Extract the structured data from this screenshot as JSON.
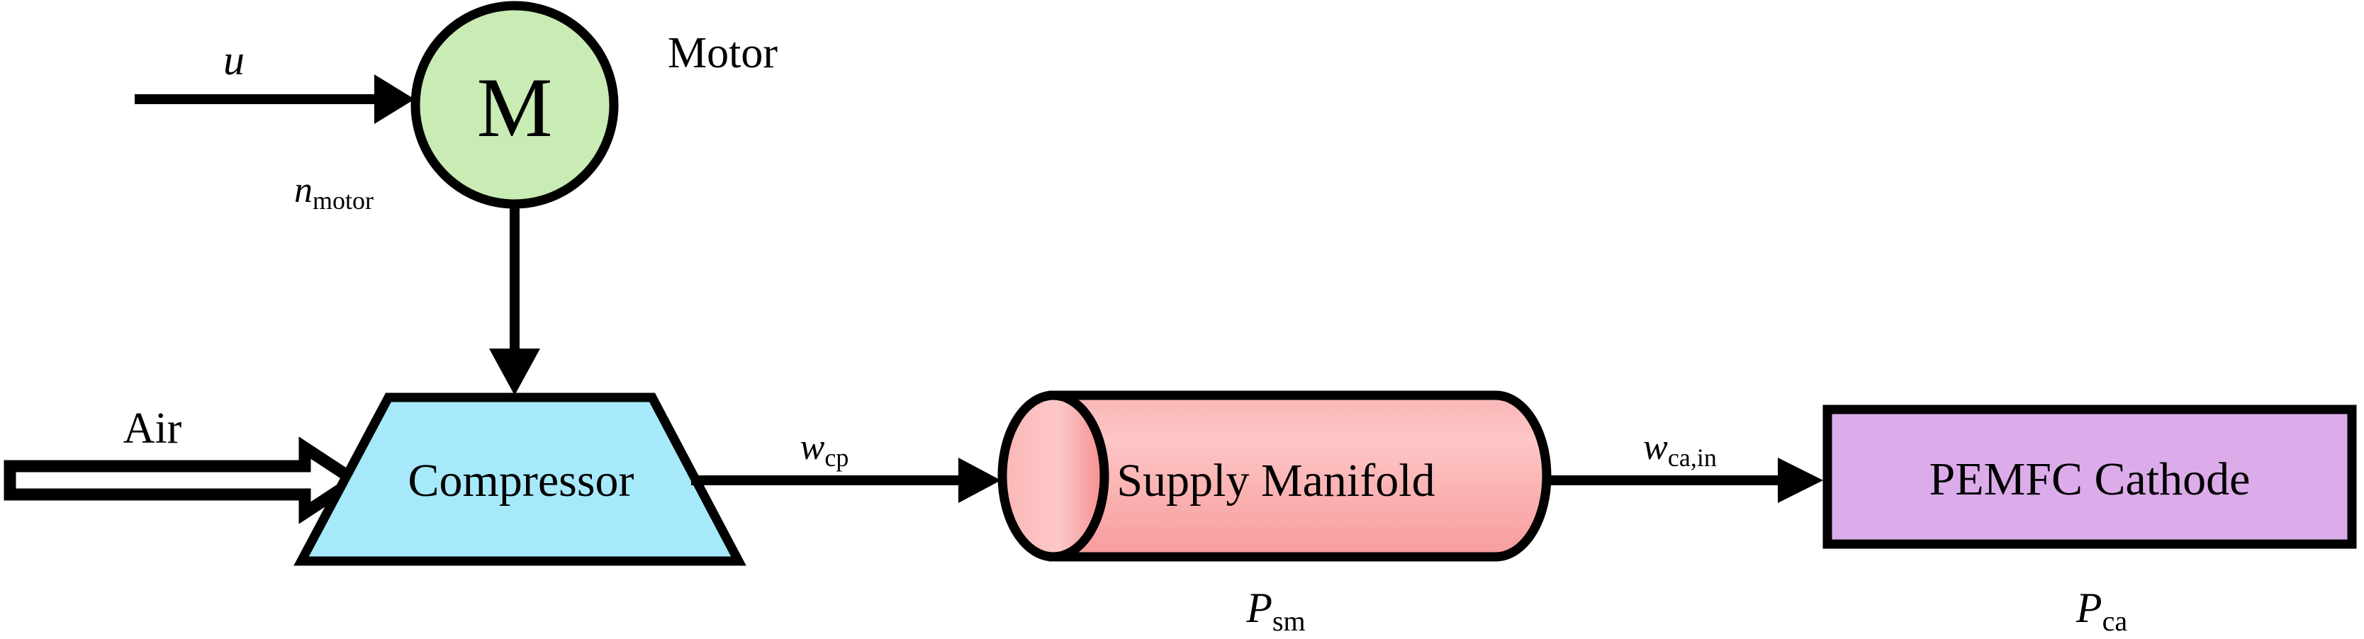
{
  "figure": {
    "type": "block-diagram",
    "title": "PEMFC air supply system block diagram",
    "background": "#ffffff"
  },
  "colors": {
    "motor_fill": "#c9ebb4",
    "compressor_fill": "#a6e9fa",
    "manifold_fill_light": "#fbb9b9",
    "manifold_fill_dark": "#f79a9a",
    "cathode_fill": "#dcacea",
    "stroke": "#000000"
  },
  "nodes": [
    {
      "id": "motor",
      "shape": "circle",
      "symbol": "M",
      "caption": "Motor",
      "fill": "#c9ebb4"
    },
    {
      "id": "compressor",
      "shape": "trapezoid",
      "label": "Compressor",
      "fill": "#a6e9fa"
    },
    {
      "id": "supply-manifold",
      "shape": "cylinder",
      "label": "Supply Manifold",
      "fill": "#fbb9b9"
    },
    {
      "id": "pemfc-cathode",
      "shape": "rectangle",
      "label": "PEMFC Cathode",
      "fill": "#dcacea"
    }
  ],
  "labels": {
    "control_input": {
      "symbol": "u",
      "subscript": ""
    },
    "motor_speed": {
      "symbol": "n",
      "subscript": "motor"
    },
    "air_inlet": "Air",
    "compressor_flow": {
      "symbol": "w",
      "subscript": "cp"
    },
    "cathode_inlet_flow": {
      "symbol": "w",
      "subscript": "ca,in"
    },
    "supply_manifold_pressure": {
      "symbol": "P",
      "subscript": "sm"
    },
    "cathode_pressure": {
      "symbol": "P",
      "subscript": "ca"
    }
  },
  "node_text": {
    "motor_symbol": "M",
    "motor_caption": "Motor",
    "compressor_label": "Compressor",
    "manifold_label": "Supply Manifold",
    "cathode_label": "PEMFC Cathode"
  },
  "edges": [
    {
      "id": "u-to-motor",
      "from": "input-u",
      "to": "motor",
      "style": "solid-arrow"
    },
    {
      "id": "motor-to-compressor",
      "from": "motor",
      "to": "compressor",
      "style": "solid-arrow-vertical"
    },
    {
      "id": "air-to-compressor",
      "from": "air-inlet",
      "to": "compressor",
      "style": "hollow-block-arrow"
    },
    {
      "id": "compressor-to-manifold",
      "from": "compressor",
      "to": "supply-manifold",
      "style": "solid-arrow"
    },
    {
      "id": "manifold-to-cathode",
      "from": "supply-manifold",
      "to": "pemfc-cathode",
      "style": "solid-arrow"
    }
  ]
}
